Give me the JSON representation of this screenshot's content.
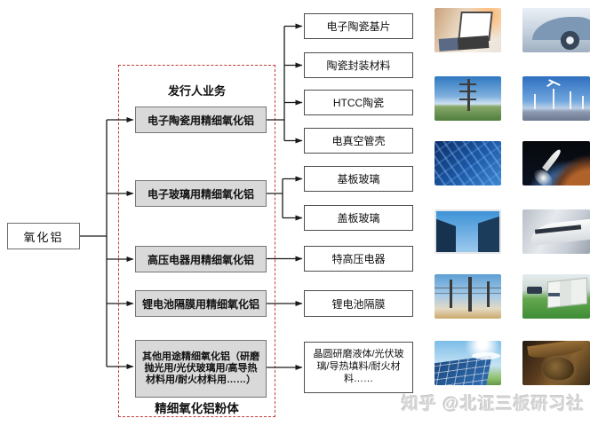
{
  "diagram": {
    "source": {
      "label": "氧化铝"
    },
    "group": {
      "title": "发行人业务",
      "footer": "精细氧化铝粉体",
      "items": [
        {
          "label": "电子陶瓷用精细氧化铝"
        },
        {
          "label": "电子玻璃用精细氧化铝"
        },
        {
          "label": "高压电器用精细氧化铝"
        },
        {
          "label": "锂电池隔膜用精细氧化铝"
        },
        {
          "label": "其他用途精细氧化铝（研磨抛光用/光伏玻璃用/高导热材料用/耐火材料用……）"
        }
      ]
    },
    "applications": [
      {
        "label": "电子陶瓷基片"
      },
      {
        "label": "陶瓷封装材料"
      },
      {
        "label": "HTCC陶瓷"
      },
      {
        "label": "电真空管壳"
      },
      {
        "label": "基板玻璃"
      },
      {
        "label": "盖板玻璃"
      },
      {
        "label": "特高压电器"
      },
      {
        "label": "锂电池隔膜"
      },
      {
        "label": "晶圆研磨液体/光伏玻璃/导热填料/耐火材料……"
      }
    ]
  },
  "photos": [
    {
      "name": "laptop-office-photo"
    },
    {
      "name": "digital-car-photo"
    },
    {
      "name": "signal-tower-photo"
    },
    {
      "name": "wind-turbines-photo"
    },
    {
      "name": "circuit-board-photo"
    },
    {
      "name": "rocket-launch-photo"
    },
    {
      "name": "led-display-photo"
    },
    {
      "name": "high-speed-train-photo"
    },
    {
      "name": "power-pylons-photo"
    },
    {
      "name": "energy-storage-photo"
    },
    {
      "name": "solar-panels-photo"
    },
    {
      "name": "industrial-machinery-photo"
    }
  ],
  "watermark": "知乎 @北证三板研习社",
  "colors": {
    "business_box_fill": "#d9d9d9",
    "business_box_border": "#767676",
    "dashed_border": "#c23b3b",
    "connector_line": "#1a1a1a",
    "watermark_text": "#d7d7d7"
  }
}
